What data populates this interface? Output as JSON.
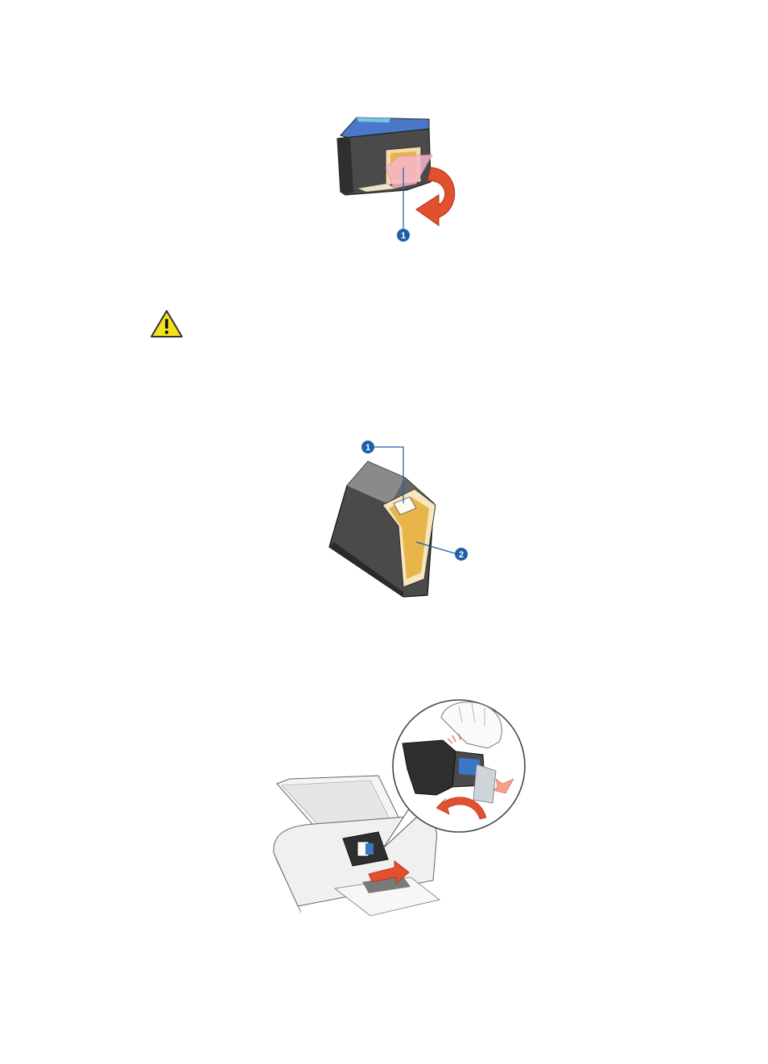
{
  "figures": {
    "cartridge_tape": {
      "callouts": [
        "1"
      ]
    },
    "cartridge_contacts": {
      "callouts": [
        "1",
        "2"
      ]
    }
  },
  "icons": {
    "warning": "warning-icon"
  },
  "colors": {
    "callout_blue": "#1f5ea8",
    "arrow_orange": "#e2502e",
    "warning_yellow": "#f2e21b",
    "cartridge_dark": "#3c3c3c",
    "contacts_gold": "#e8b54a"
  }
}
